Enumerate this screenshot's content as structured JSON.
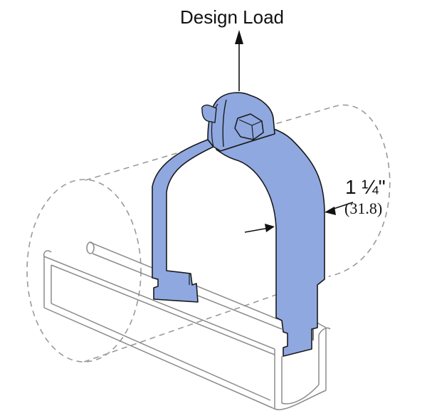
{
  "labels": {
    "design_load": "Design Load",
    "width_imperial": "1 ¼\"",
    "width_metric": "(31.8)"
  },
  "colors": {
    "clamp_fill": "#8fa8e0",
    "clamp_stroke": "#1a1a1a",
    "pipe_dash": "#9a9a9a",
    "channel_stroke": "#8a8a8a",
    "arrow": "#111111"
  }
}
